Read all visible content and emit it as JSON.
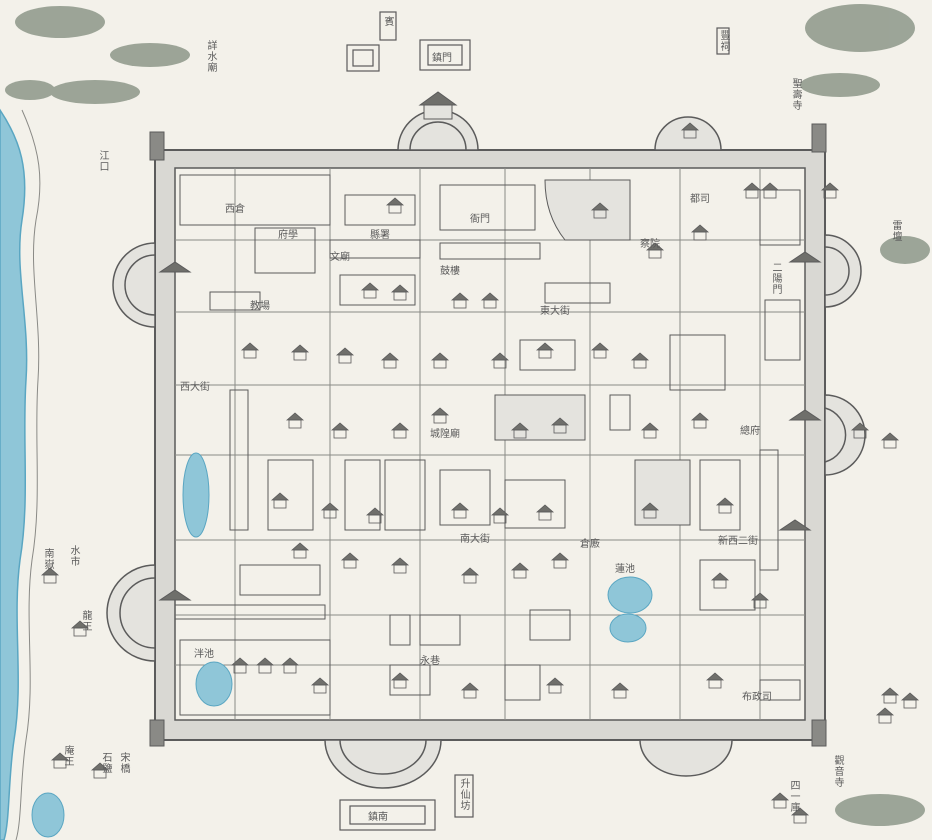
{
  "colors": {
    "paper": "#f3f1ea",
    "ink": "#5b5b5b",
    "ink_light": "#8a8a86",
    "water": "#8fc6d8",
    "water_edge": "#5aa6c2",
    "wall_fill": "#d9d8d3",
    "roof": "#6f6f6b",
    "tree": "#7f8b7c"
  },
  "icons": [
    "gate-tower-icon",
    "building-icon",
    "tree-icon",
    "wall-bastion-icon",
    "pond-icon",
    "river-icon"
  ],
  "labels": {
    "river_post": "江口",
    "nw_temple": "詳水廟",
    "west_shrine": "南嶽",
    "west_shrine2": "水市",
    "sw_shrine": "龍王",
    "sw_temple": "庵王",
    "bottom_left": "石鹽",
    "bottom_left2": "宋橋",
    "north_gate_box": "鎮門",
    "north_small": "賓",
    "north_right": "豐祠",
    "ne_temple": "聖壽寺",
    "ne_temple2": "雷壇",
    "east_label": "二陽門",
    "east_road": "新西二街",
    "south_gate_box": "鎮南",
    "south_tablet": "升仙坊",
    "se_label": "觀音寺",
    "se_label2": "四一庫",
    "inner_office": "衙門",
    "inner_road1": "東大街",
    "inner_road2": "南大街",
    "inner_road3": "西大街",
    "inner_temple": "城隍廟",
    "inner_temple2": "文廟",
    "inner_market": "鼓樓",
    "inner_pond_label": "泮池",
    "inner_lake": "蓮池",
    "inner_west": "西倉",
    "inner_ne": "都司",
    "inner_ne2": "察院",
    "inner_n1": "府學",
    "inner_n2": "縣署",
    "inner_s1": "永巷",
    "inner_s2": "倉廒",
    "inner_sw": "教場",
    "inner_e1": "總府",
    "inner_e2": "布政司"
  }
}
